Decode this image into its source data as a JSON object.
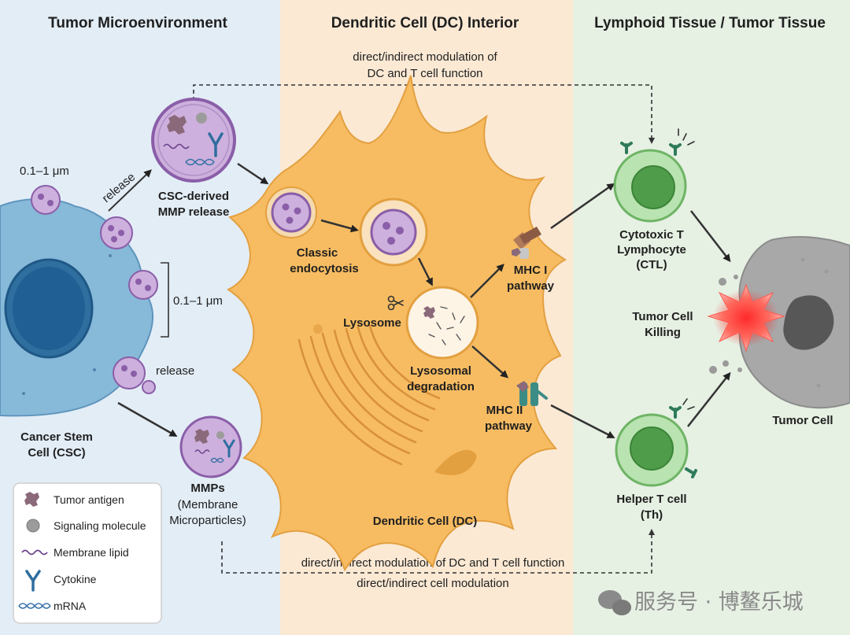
{
  "headers": {
    "left": "Tumor Microenvironment",
    "center": "Dendritic Cell (DC) Interior",
    "right": "Lymphoid Tissue / Tumor Tissue"
  },
  "labels": {
    "top_modulation_1": "direct/indirect modulation of",
    "top_modulation_2": "DC and T cell function",
    "size_top": "0.1–1 μm",
    "size_mid": "0.1–1 μm",
    "release_1": "release",
    "release_2": "release",
    "csc_mmp_1": "CSC-derived",
    "csc_mmp_2": "MMP release",
    "classic_1": "Classic",
    "classic_2": "endocytosis",
    "lysosome": "Lysosome",
    "lyso_deg_1": "Lysosomal",
    "lyso_deg_2": "degradation",
    "mhc1_1": "MHC I",
    "mhc1_2": "pathway",
    "mhc2_1": "MHC II",
    "mhc2_2": "pathway",
    "ctl_1": "Cytotoxic T",
    "ctl_2": "Lymphocyte",
    "ctl_3": "(CTL)",
    "killing_1": "Tumor Cell",
    "killing_2": "Killing",
    "tumor_cell": "Tumor Cell",
    "helper_1": "Helper T cell",
    "helper_2": "(Th)",
    "csc_1": "Cancer Stem",
    "csc_2": "Cell (CSC)",
    "mmps_1": "MMPs",
    "mmps_2": "(Membrane",
    "mmps_3": "Microparticles)",
    "dc": "Dendritic Cell (DC)",
    "bottom_modulation_1": "direct/indirect modulation of DC and T cell function",
    "bottom_modulation_2": "direct/indirect cell modulation"
  },
  "legend": [
    {
      "label": "Tumor antigen",
      "icon": "tumor-antigen-icon"
    },
    {
      "label": "Signaling molecule",
      "icon": "signaling-molecule-icon"
    },
    {
      "label": "Membrane lipid",
      "icon": "membrane-lipid-icon"
    },
    {
      "label": "Cytokine",
      "icon": "cytokine-icon"
    },
    {
      "label": "mRNA",
      "icon": "mrna-icon"
    }
  ],
  "watermark": "服务号 · 博鳌乐城",
  "colors": {
    "panel_left": "#e3edf6",
    "panel_center": "#fbe9d4",
    "panel_right": "#e6f0e3",
    "dc_cell": "#f7bc62",
    "csc_cell": "#87b9d8",
    "vesicle": "#cdb0dd",
    "t_cell": "#8fcf8a",
    "tumor_cell": "#a8a8a8"
  }
}
